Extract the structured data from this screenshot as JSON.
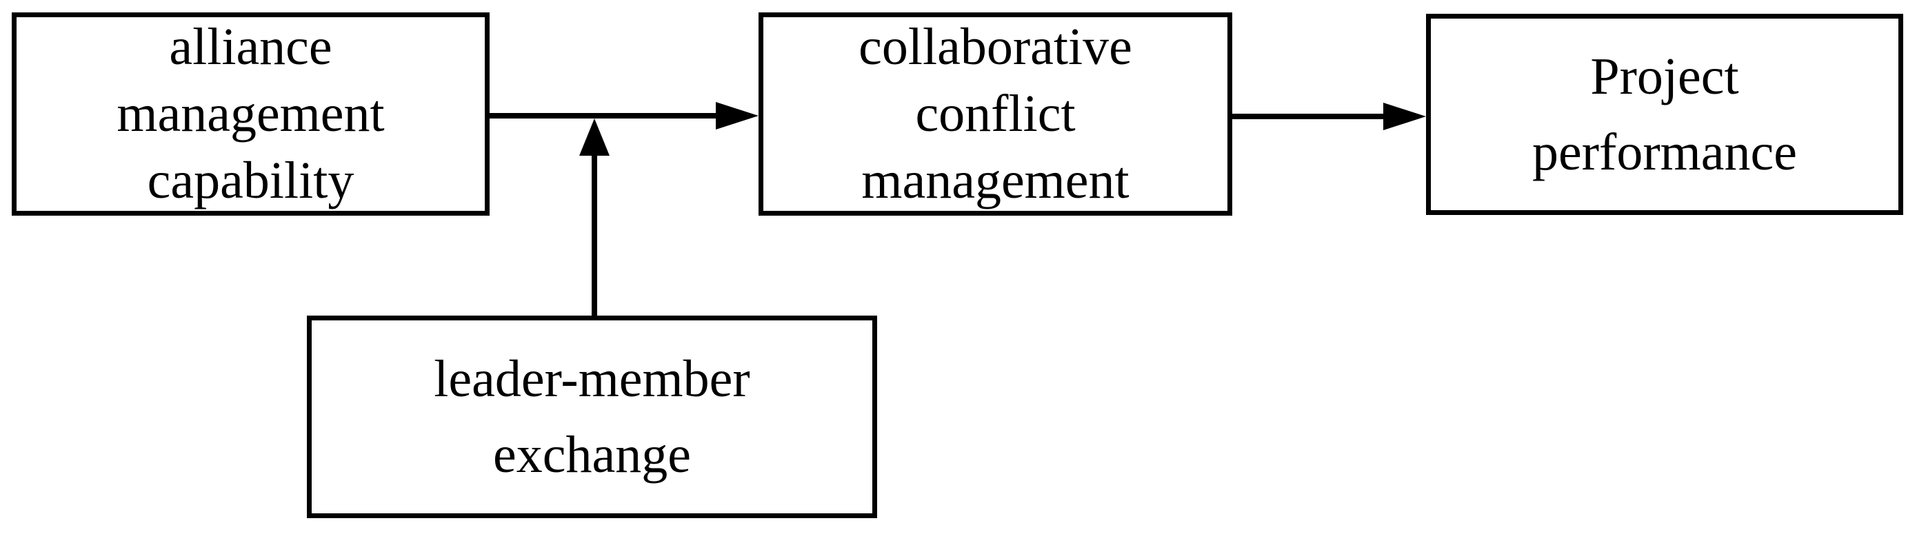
{
  "diagram": {
    "title": "research model: alliance management capability, collaborative conflict management, leader-member exchange, project performance",
    "colors": {
      "background": "#ffffff",
      "line": "#000000",
      "text": "#000000",
      "box_fill": "#ffffff"
    },
    "nodes": [
      {
        "id": "alliance-management-capability",
        "label": "alliance management capability",
        "lines": [
          "alliance",
          "management",
          "capability"
        ]
      },
      {
        "id": "collaborative-conflict-management",
        "label": "collaborative conflict management",
        "lines": [
          "collaborative",
          "conflict",
          "management"
        ]
      },
      {
        "id": "project-performance",
        "label": "Project performance",
        "lines": [
          "Project",
          "performance"
        ]
      },
      {
        "id": "leader-member-exchange",
        "label": "leader-member exchange",
        "lines": [
          "leader-member",
          "exchange"
        ]
      }
    ],
    "edges": [
      {
        "from": "alliance management capability",
        "to": "collaborative conflict management",
        "style": "solid-arrow-right"
      },
      {
        "from": "collaborative conflict management",
        "to": "Project performance",
        "style": "solid-arrow-right"
      },
      {
        "from": "leader-member exchange",
        "to": "arrow between alliance management capability and collaborative conflict management",
        "style": "solid-arrow-up-moderator"
      }
    ]
  }
}
